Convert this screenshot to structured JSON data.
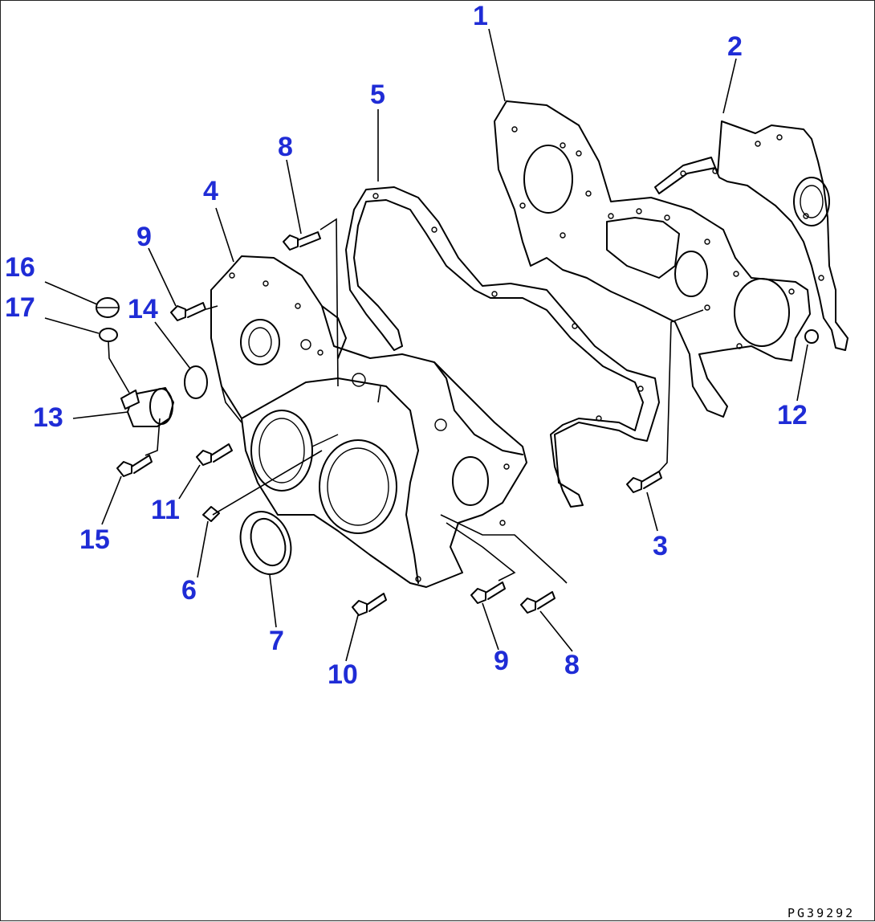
{
  "callouts": {
    "c1": "1",
    "c2": "2",
    "c3": "3",
    "c4": "4",
    "c5": "5",
    "c6": "6",
    "c7": "7",
    "c8_top": "8",
    "c8_bottom": "8",
    "c9_top": "9",
    "c9_bottom": "9",
    "c10": "10",
    "c11": "11",
    "c12": "12",
    "c13": "13",
    "c14": "14",
    "c15": "15",
    "c16": "16",
    "c17": "17"
  },
  "drawing_code": "PG39292",
  "colors": {
    "callout": "#1f2cd6",
    "line": "#000000",
    "background": "#ffffff"
  }
}
